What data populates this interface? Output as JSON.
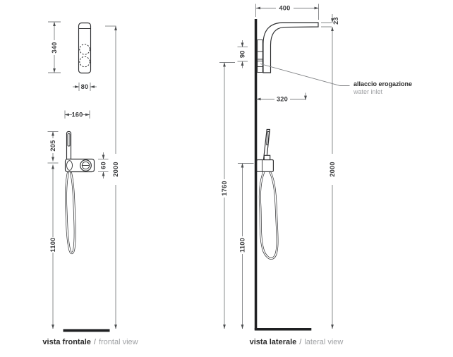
{
  "drawing_title": "shower column technical drawing",
  "colors": {
    "object_line": "#2b2c2e",
    "dimension_line": "#7d7f82",
    "label_text": "#3c3d3f",
    "muted_text": "#9fa1a4",
    "solid": "#1f2022"
  },
  "frontal_view": {
    "caption": {
      "title": "vista frontale",
      "divider": "/",
      "subtitle": "frontal view"
    },
    "dims": {
      "panel_height": "340",
      "panel_width": "80",
      "handshower_spacing": "160",
      "handshower_height": "205",
      "mixer_body_height": "60",
      "total_height": "2000",
      "handshower_floor_height": "1100"
    }
  },
  "lateral_view": {
    "caption": {
      "title": "vista laterale",
      "divider": "/",
      "subtitle": "lateral view"
    },
    "dims": {
      "arm_projection": "400",
      "arm_thickness": "23",
      "inlet_span": "90",
      "handshower_projection": "320",
      "inlet_floor_height": "1760",
      "mixer_floor_height": "1100",
      "total_height": "2000"
    },
    "callout": {
      "title": "allaccio erogazione",
      "subtitle": "water inlet"
    }
  }
}
